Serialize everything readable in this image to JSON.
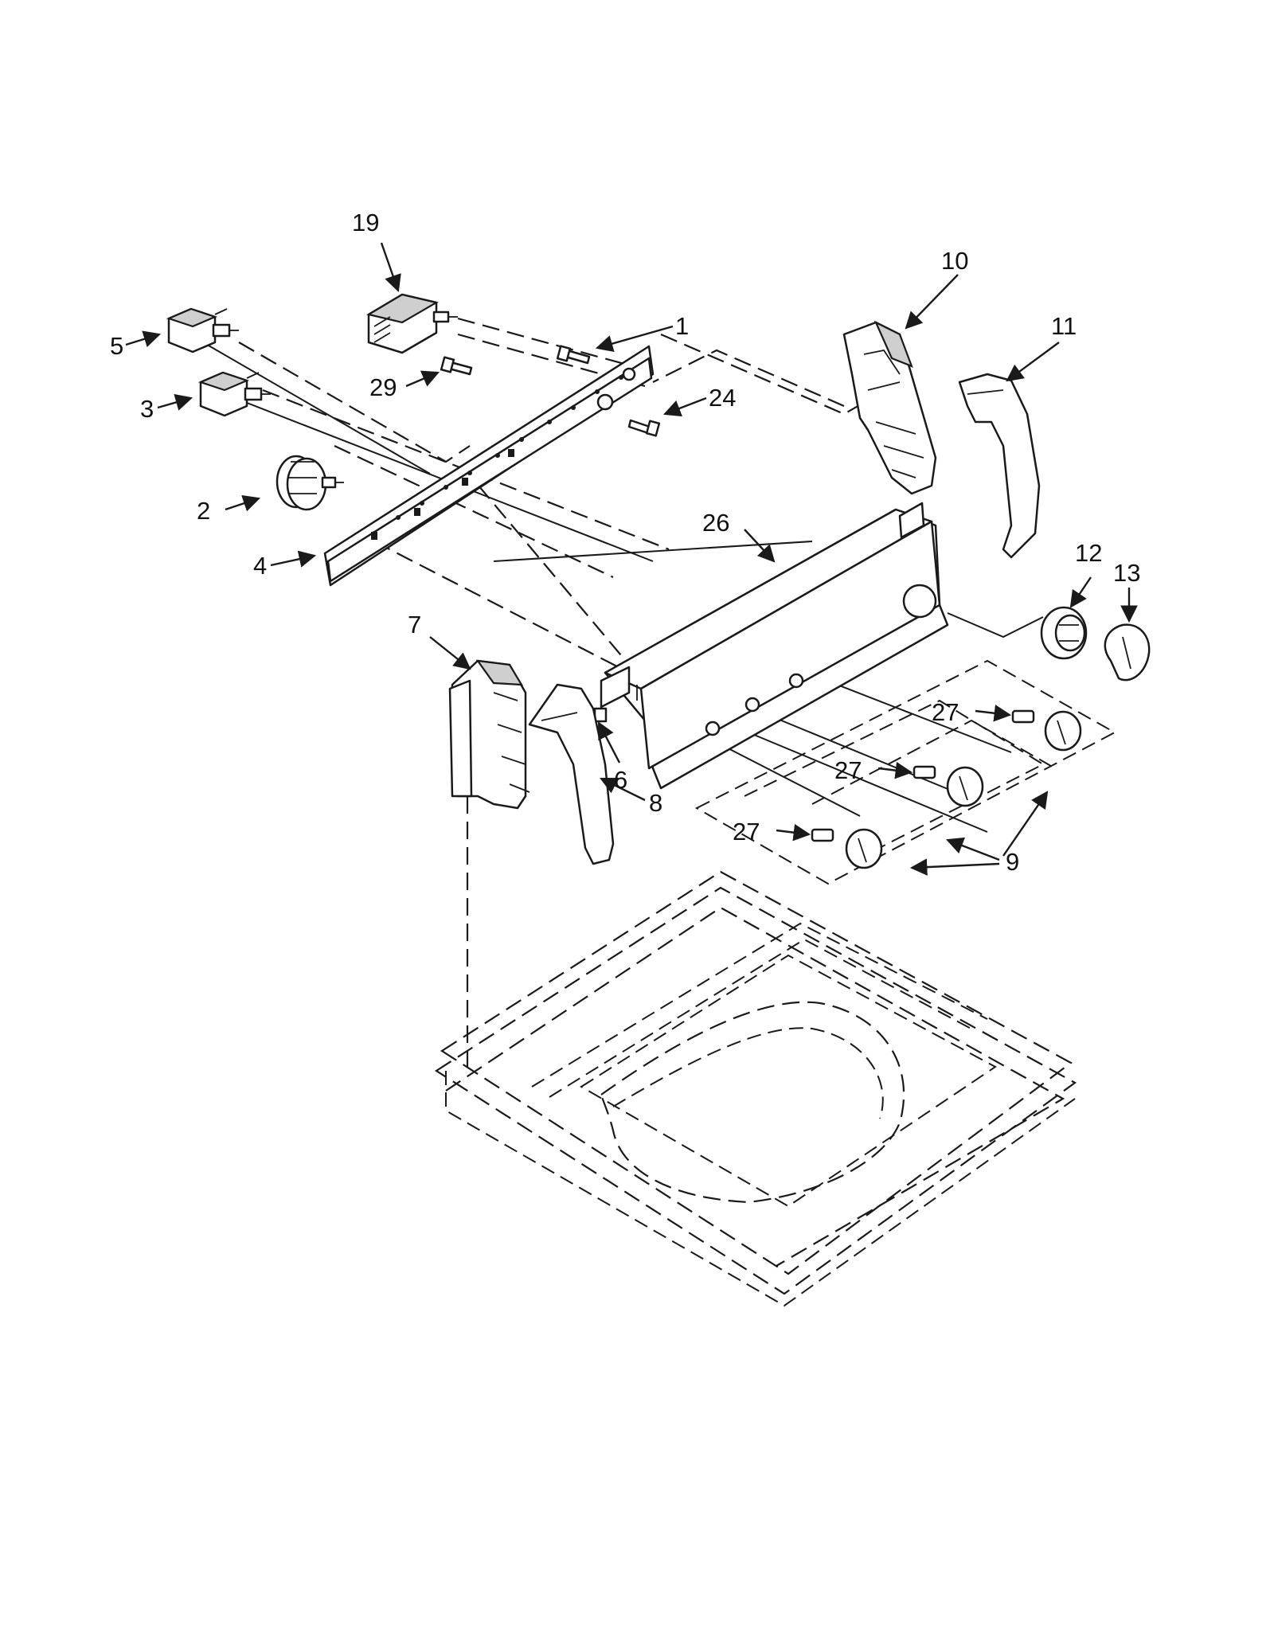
{
  "callouts": {
    "p1": "1",
    "p2": "2",
    "p3": "3",
    "p4": "4",
    "p5": "5",
    "p6": "6",
    "p7": "7",
    "p8": "8",
    "p9": "9",
    "p10": "10",
    "p11": "11",
    "p12": "12",
    "p13": "13",
    "p19": "19",
    "p24": "24",
    "p26": "26",
    "p27a": "27",
    "p27b": "27",
    "p27c": "27",
    "p29": "29"
  },
  "colors": {
    "line": "#1a1a1a",
    "fill": "#ffffff",
    "shade": "#cfcfcf"
  }
}
